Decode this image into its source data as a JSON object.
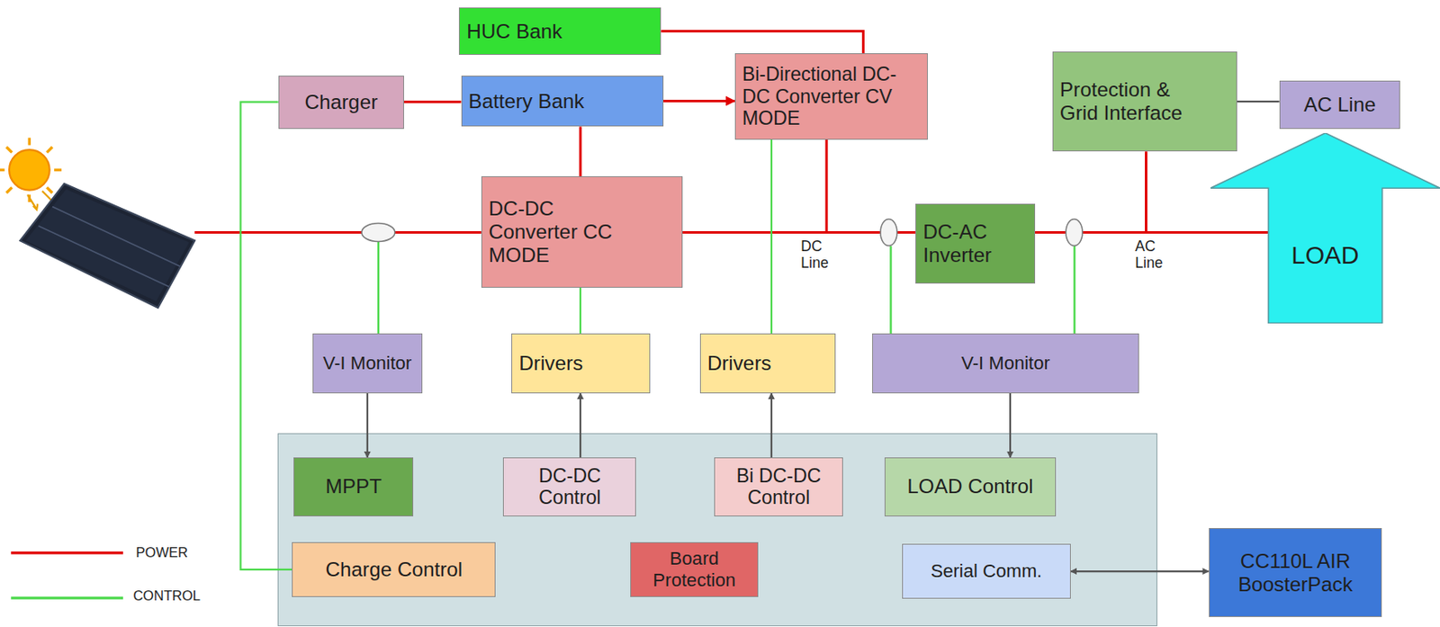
{
  "diagram": {
    "nodes": [
      {
        "text": [
          "HUC Bank"
        ]
      },
      {
        "text": [
          "Charger"
        ]
      },
      {
        "text": [
          "Battery Bank"
        ]
      },
      {
        "text": [
          "Bi-Directional DC-DC Converter CV MODE"
        ]
      },
      {
        "text": [
          "Protection & Grid Interface"
        ]
      },
      {
        "text": [
          "AC Line"
        ]
      },
      {
        "text": [
          "DC-DC Converter CC MODE"
        ]
      },
      {
        "text": [
          "DC-AC Inverter"
        ]
      },
      {
        "text": [
          "LOAD"
        ]
      },
      {
        "text": [
          "V-I Monitor"
        ]
      },
      {
        "text": [
          "Drivers"
        ]
      },
      {
        "text": [
          "Drivers"
        ]
      },
      {
        "text": [
          "V-I Monitor"
        ]
      },
      {
        "text": [
          "MPPT"
        ]
      },
      {
        "text": [
          "DC-DC Control"
        ]
      },
      {
        "text": [
          "Bi DC-DC Control"
        ]
      },
      {
        "text": [
          "LOAD Control"
        ]
      },
      {
        "text": [
          "Charge Control"
        ]
      },
      {
        "text": [
          "Board Protection"
        ]
      },
      {
        "text": [
          "Serial Comm."
        ]
      },
      {
        "text": [
          "CC110L AIR BoosterPack"
        ]
      }
    ],
    "edges": [
      {
        "from": 1,
        "to": 2,
        "arrow": "none"
      },
      {
        "from": 2,
        "to": 3,
        "arrow": "to"
      },
      {
        "from": 0,
        "to": 3,
        "arrow": "none"
      },
      {
        "from": 2,
        "to": 6,
        "arrow": "none"
      },
      {
        "from": 6,
        "to": 7,
        "arrow": "none"
      },
      {
        "from": 3,
        "to": 7,
        "arrow": "none"
      },
      {
        "from": 7,
        "to": 8,
        "arrow": "none"
      },
      {
        "from": 4,
        "to": 8,
        "arrow": "none"
      },
      {
        "from": 4,
        "to": 5,
        "arrow": "none"
      },
      {
        "from": 9,
        "to": 13,
        "arrow": "to"
      },
      {
        "from": 10,
        "to": 6,
        "arrow": "none"
      },
      {
        "from": 14,
        "to": 10,
        "arrow": "to"
      },
      {
        "from": 11,
        "to": 3,
        "arrow": "none"
      },
      {
        "from": 15,
        "to": 11,
        "arrow": "to"
      },
      {
        "from": 12,
        "to": 16,
        "arrow": "to"
      },
      {
        "from": 17,
        "to": 1,
        "arrow": "none"
      },
      {
        "from": 19,
        "to": 20,
        "arrow": "both"
      }
    ],
    "labels": [
      "DC Line",
      "AC Line"
    ],
    "legend": [
      {
        "text": "POWER"
      },
      {
        "text": "CONTROL"
      }
    ]
  }
}
